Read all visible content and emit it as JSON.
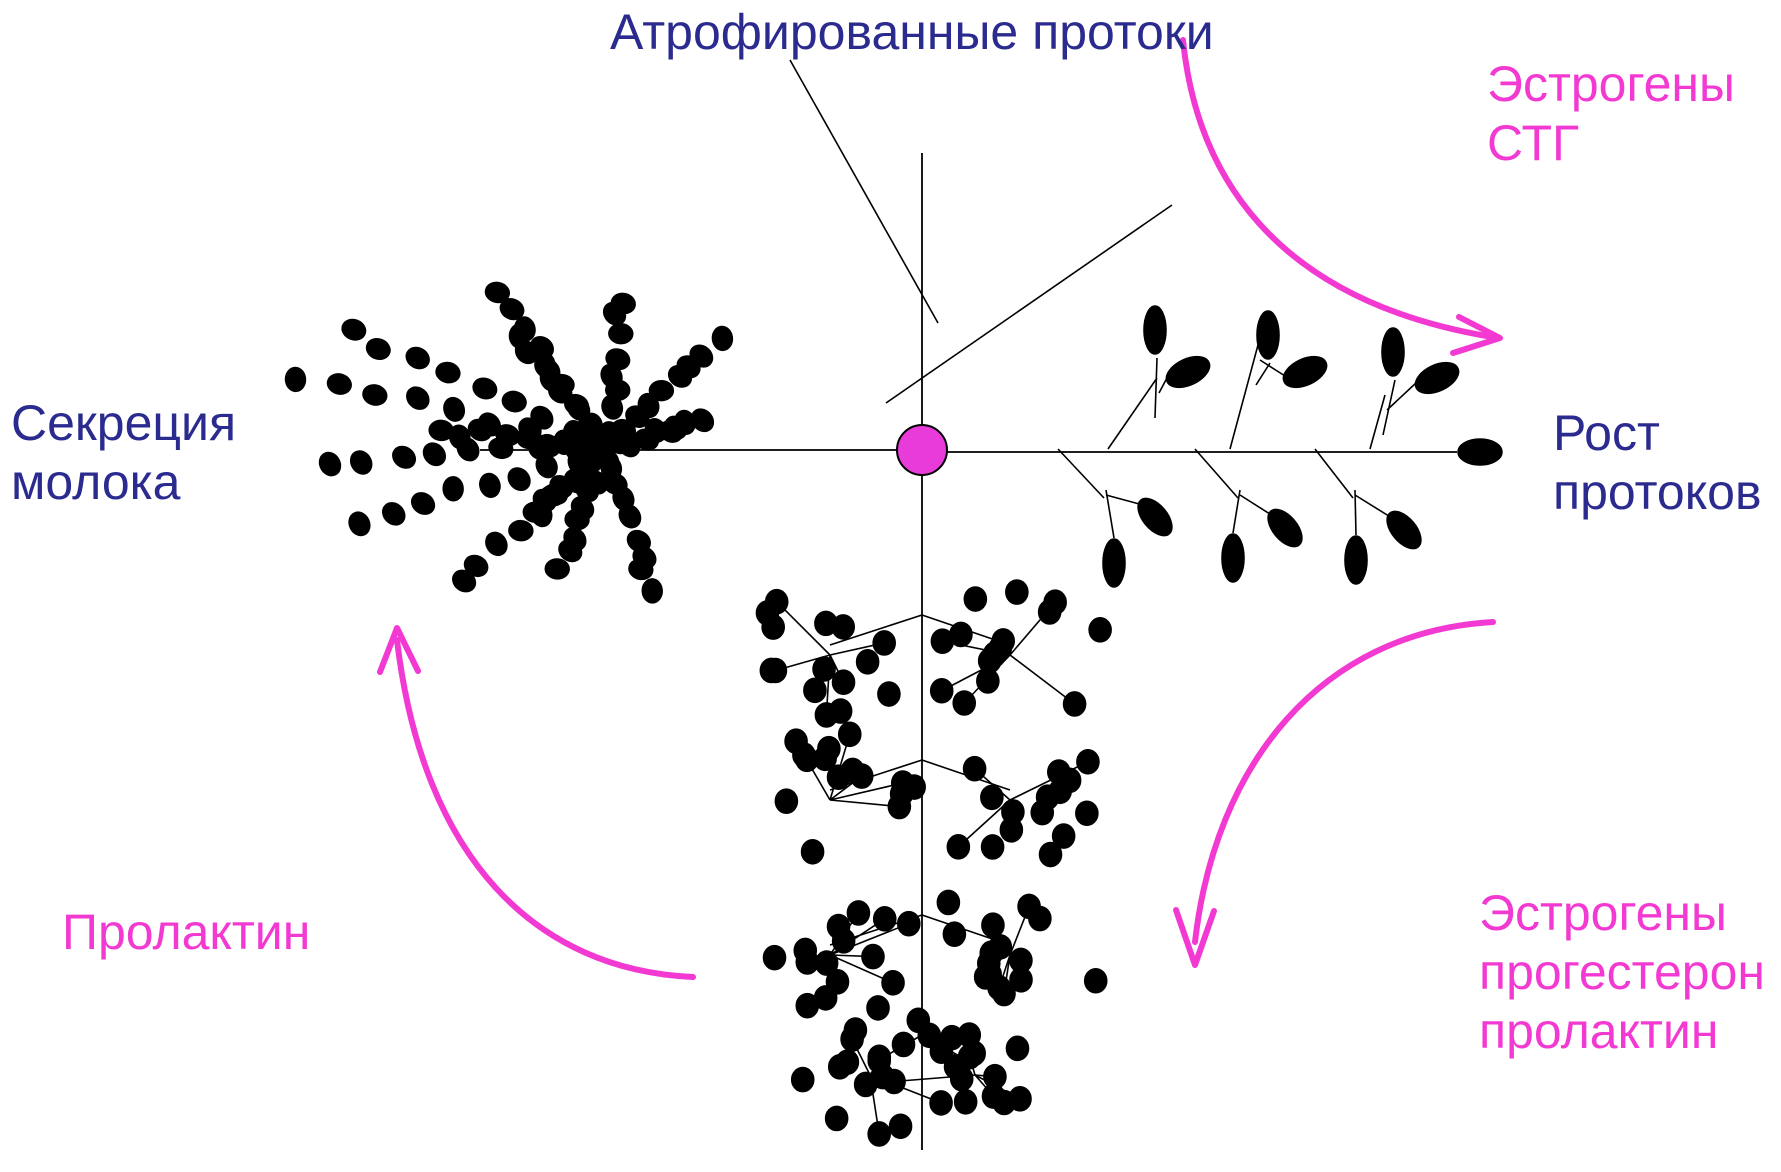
{
  "colors": {
    "label_blue": "#2b2b8f",
    "hormone_pink": "#f23ad2",
    "center_fill": "#e83bd9",
    "structure": "#000000"
  },
  "labels": {
    "atrophied_ducts": "Атрофированные протоки",
    "milk_secretion": "Секреция\nмолока",
    "duct_growth": "Рост\nпротоков"
  },
  "hormones": {
    "to_growth": "Эстрогены\nСТГ",
    "to_lobules": "Эстрогены\nпрогестерон\nпролактин",
    "to_secretion": "Пролактин"
  }
}
